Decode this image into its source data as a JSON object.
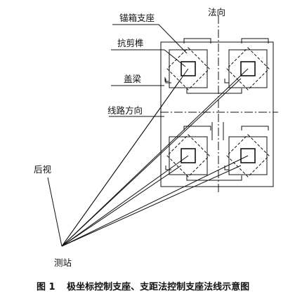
{
  "labels": {
    "anchor_box_support": "锚箱支座",
    "normal_direction": "法向",
    "shear_tenon": "抗剪榫",
    "cap_beam": "盖梁",
    "route_direction": "线路方向",
    "backsight": "后视",
    "station": "测站"
  },
  "caption": {
    "number": "图 1",
    "text": "极坐标控制支座、支距法控制支座法线示意图"
  }
}
